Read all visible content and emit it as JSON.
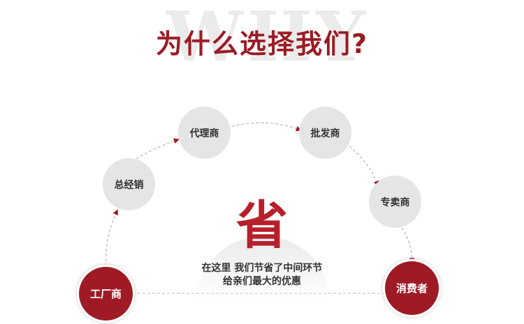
{
  "watermark": "WHY",
  "title": "为什么选择我们?",
  "nodes": {
    "factory": "工厂商",
    "general_distributor": "总经销",
    "agent": "代理商",
    "wholesaler": "批发商",
    "retailer": "专卖商",
    "consumer": "消费者"
  },
  "center": {
    "save_char": "省",
    "line1": "在这里 我们节省了中间环节",
    "line2": "给亲们最大的优惠"
  },
  "colors": {
    "accent": "#9e1b26",
    "title": "#9b1b24",
    "node_grey": "#e5e5e5"
  }
}
